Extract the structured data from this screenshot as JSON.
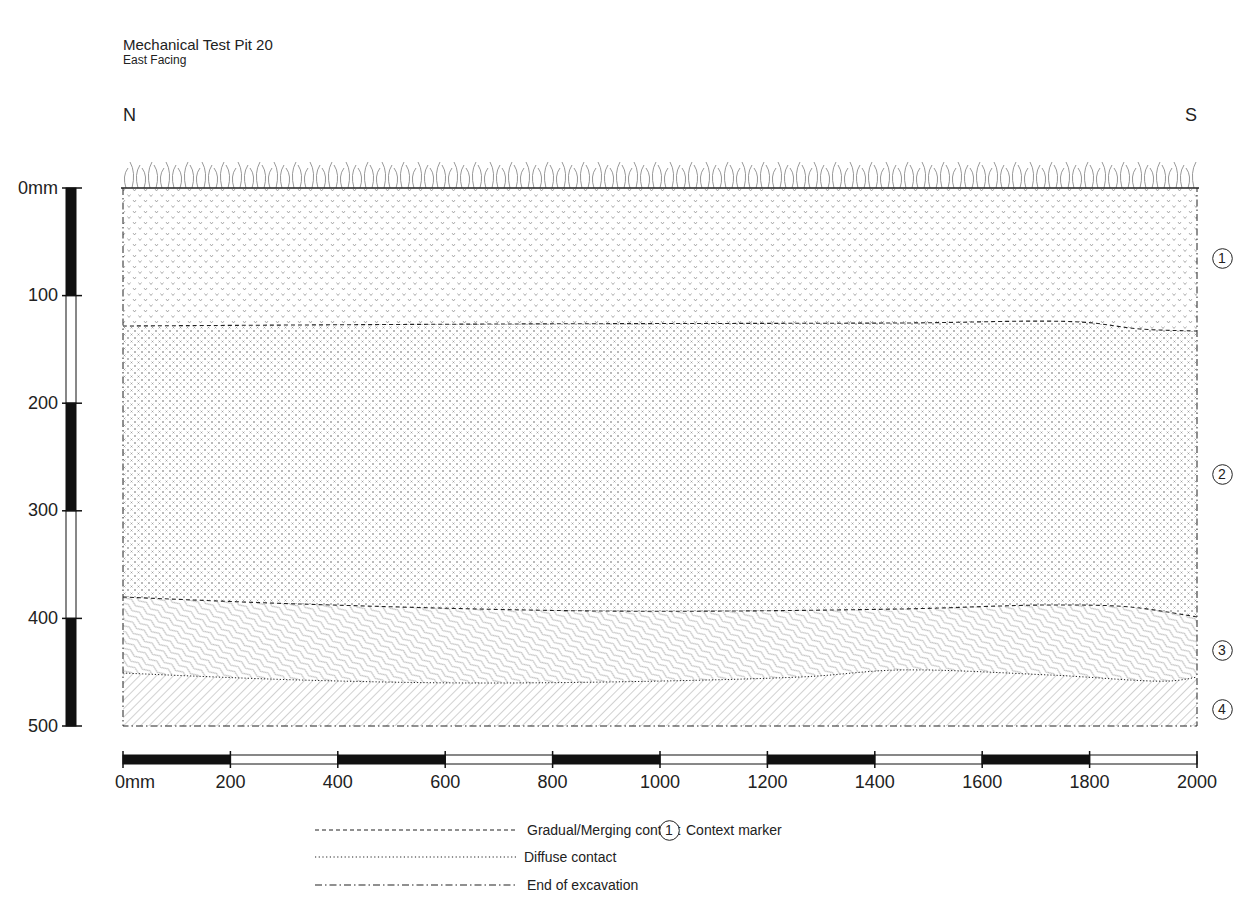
{
  "diagram": {
    "title": "Mechanical Test Pit 20",
    "nodes": [
      {
        "text": [
          "1"
        ]
      },
      {
        "text": [
          "2"
        ]
      },
      {
        "text": [
          "3"
        ]
      },
      {
        "text": [
          "4"
        ]
      },
      {
        "text": [
          "1"
        ]
      }
    ],
    "labels": [
      "East Facing",
      "N",
      "S",
      "0mm",
      "100",
      "200",
      "300",
      "400",
      "500",
      "0mm",
      "200",
      "400",
      "600",
      "800",
      "1000",
      "1200",
      "1400",
      "1600",
      "1800",
      "2000"
    ],
    "legend": [
      {
        "text": "Gradual/Merging contact"
      },
      {
        "text": "Diffuse contact"
      },
      {
        "text": "End of excavation"
      },
      {
        "text": "Context marker"
      }
    ]
  }
}
